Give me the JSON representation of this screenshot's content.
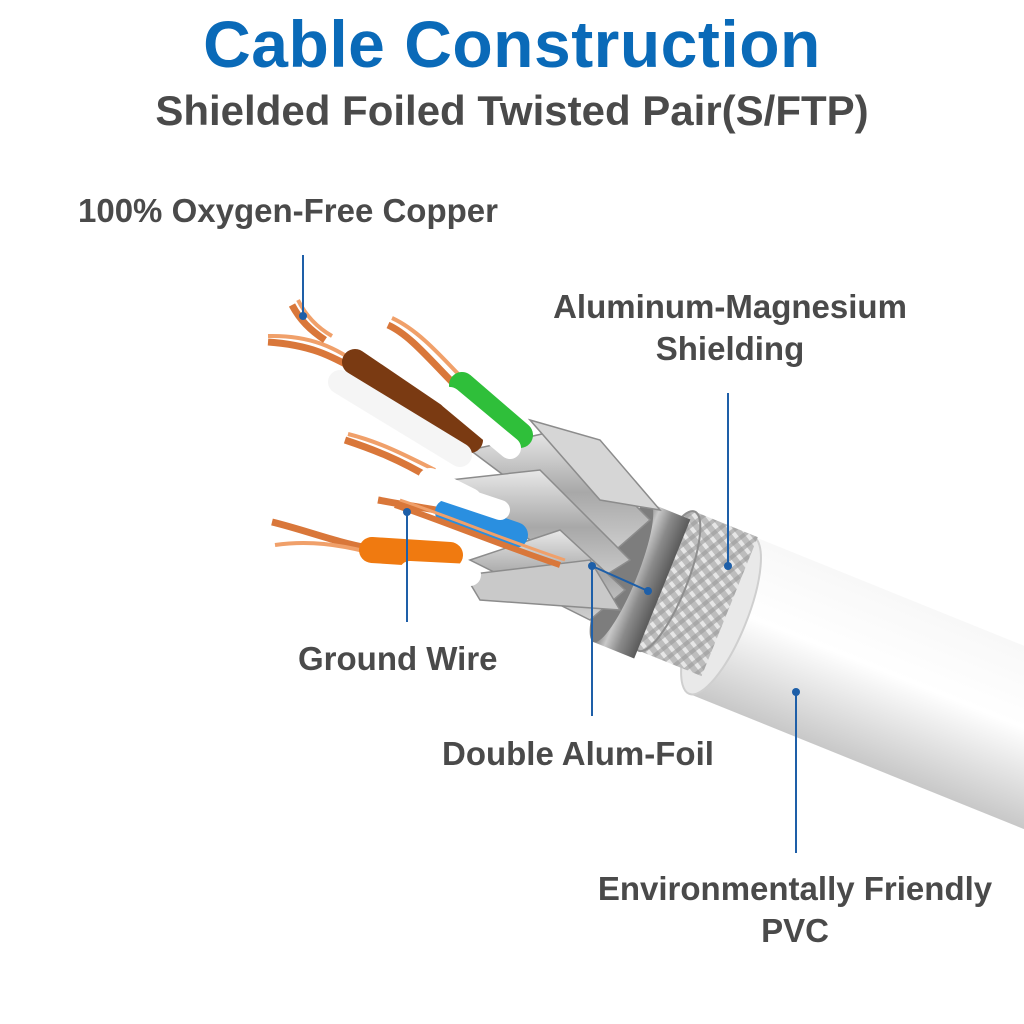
{
  "title": "Cable Construction",
  "subtitle": "Shielded Foiled Twisted Pair(S/FTP)",
  "labels": {
    "copper": "100% Oxygen-Free Copper",
    "shielding_line1": "Aluminum-Magnesium",
    "shielding_line2": "Shielding",
    "ground": "Ground Wire",
    "foil": "Double Alum-Foil",
    "pvc_line1": "Environmentally Friendly",
    "pvc_line2": "PVC"
  },
  "colors": {
    "title": "#0a6ab8",
    "text": "#4a4a4a",
    "leader": "#1e5fa8",
    "copper": "#d9773a",
    "jacket": "#eeeeee",
    "pair_brown": "#7a3a12",
    "pair_green": "#2fbf3a",
    "pair_blue": "#2a8fe0",
    "pair_orange": "#f07a10"
  }
}
